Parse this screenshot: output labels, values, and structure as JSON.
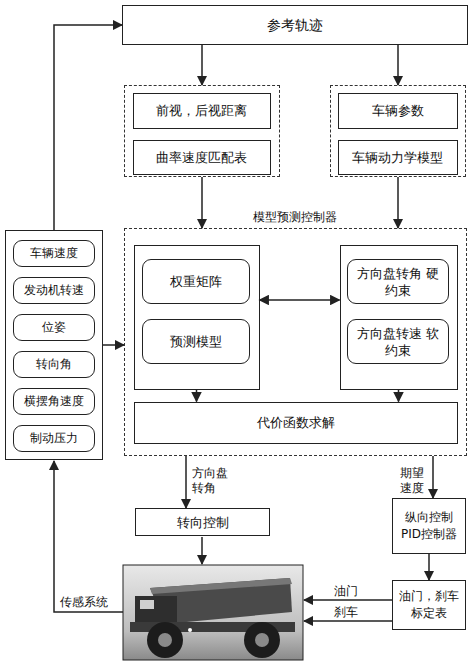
{
  "diagram": {
    "nodes": [
      {
        "text": [
          "参考轨迹"
        ]
      },
      {
        "text": []
      },
      {
        "text": [
          "前视，后视距离"
        ],
        "in": 1
      },
      {
        "text": [
          "曲率速度匹配表"
        ],
        "in": 1
      },
      {
        "text": []
      },
      {
        "text": [
          "车辆参数"
        ],
        "in": 4
      },
      {
        "text": [
          "车辆动力学模型"
        ],
        "in": 4
      },
      {
        "text": []
      },
      {
        "text": [
          "车辆速度"
        ],
        "in": 7
      },
      {
        "text": [
          "发动机转速"
        ],
        "in": 7
      },
      {
        "text": [
          "位姿"
        ],
        "in": 7
      },
      {
        "text": [
          "转向角"
        ],
        "in": 7
      },
      {
        "text": [
          "横摆角速度"
        ],
        "in": 7
      },
      {
        "text": [
          "制动压力"
        ],
        "in": 7
      },
      {
        "text": [
          "模型预测控制器"
        ]
      },
      {
        "text": [],
        "in": 14
      },
      {
        "text": [
          "权重矩阵"
        ],
        "in": 15
      },
      {
        "text": [
          "预测模型"
        ],
        "in": 15
      },
      {
        "text": [],
        "in": 14
      },
      {
        "text": [
          "方向盘转角 硬约束"
        ],
        "in": 18
      },
      {
        "text": [
          "方向盘转速 软约束"
        ],
        "in": 18
      },
      {
        "text": [
          "代价函数求解"
        ],
        "in": 14
      },
      {
        "text": [
          "转向控制"
        ]
      },
      {
        "text": [
          "纵向控制 PID控制器"
        ]
      },
      {
        "text": [
          "油门，刹车 标定表"
        ]
      }
    ],
    "edges": [
      {
        "from": 0,
        "to": 1,
        "arrow": "to"
      },
      {
        "from": 0,
        "to": 4,
        "arrow": "to"
      },
      {
        "from": 1,
        "to": 14,
        "arrow": "to"
      },
      {
        "from": 4,
        "to": 14,
        "arrow": "to"
      },
      {
        "from": 7,
        "to": 0,
        "arrow": "to"
      },
      {
        "from": 7,
        "to": 14,
        "arrow": "to"
      },
      {
        "from": 15,
        "to": 18,
        "arrow": "both"
      },
      {
        "from": 15,
        "to": 21,
        "arrow": "to"
      },
      {
        "from": 18,
        "to": 21,
        "arrow": "to"
      },
      {
        "from": 14,
        "to": 22,
        "label": "方向盘 转角",
        "arrow": "to"
      },
      {
        "from": 14,
        "to": 23,
        "label": "期望 速度",
        "arrow": "to"
      },
      {
        "from": 23,
        "to": 24,
        "arrow": "to"
      }
    ],
    "labels": [
      "油门",
      "刹车",
      "传感系统"
    ]
  }
}
